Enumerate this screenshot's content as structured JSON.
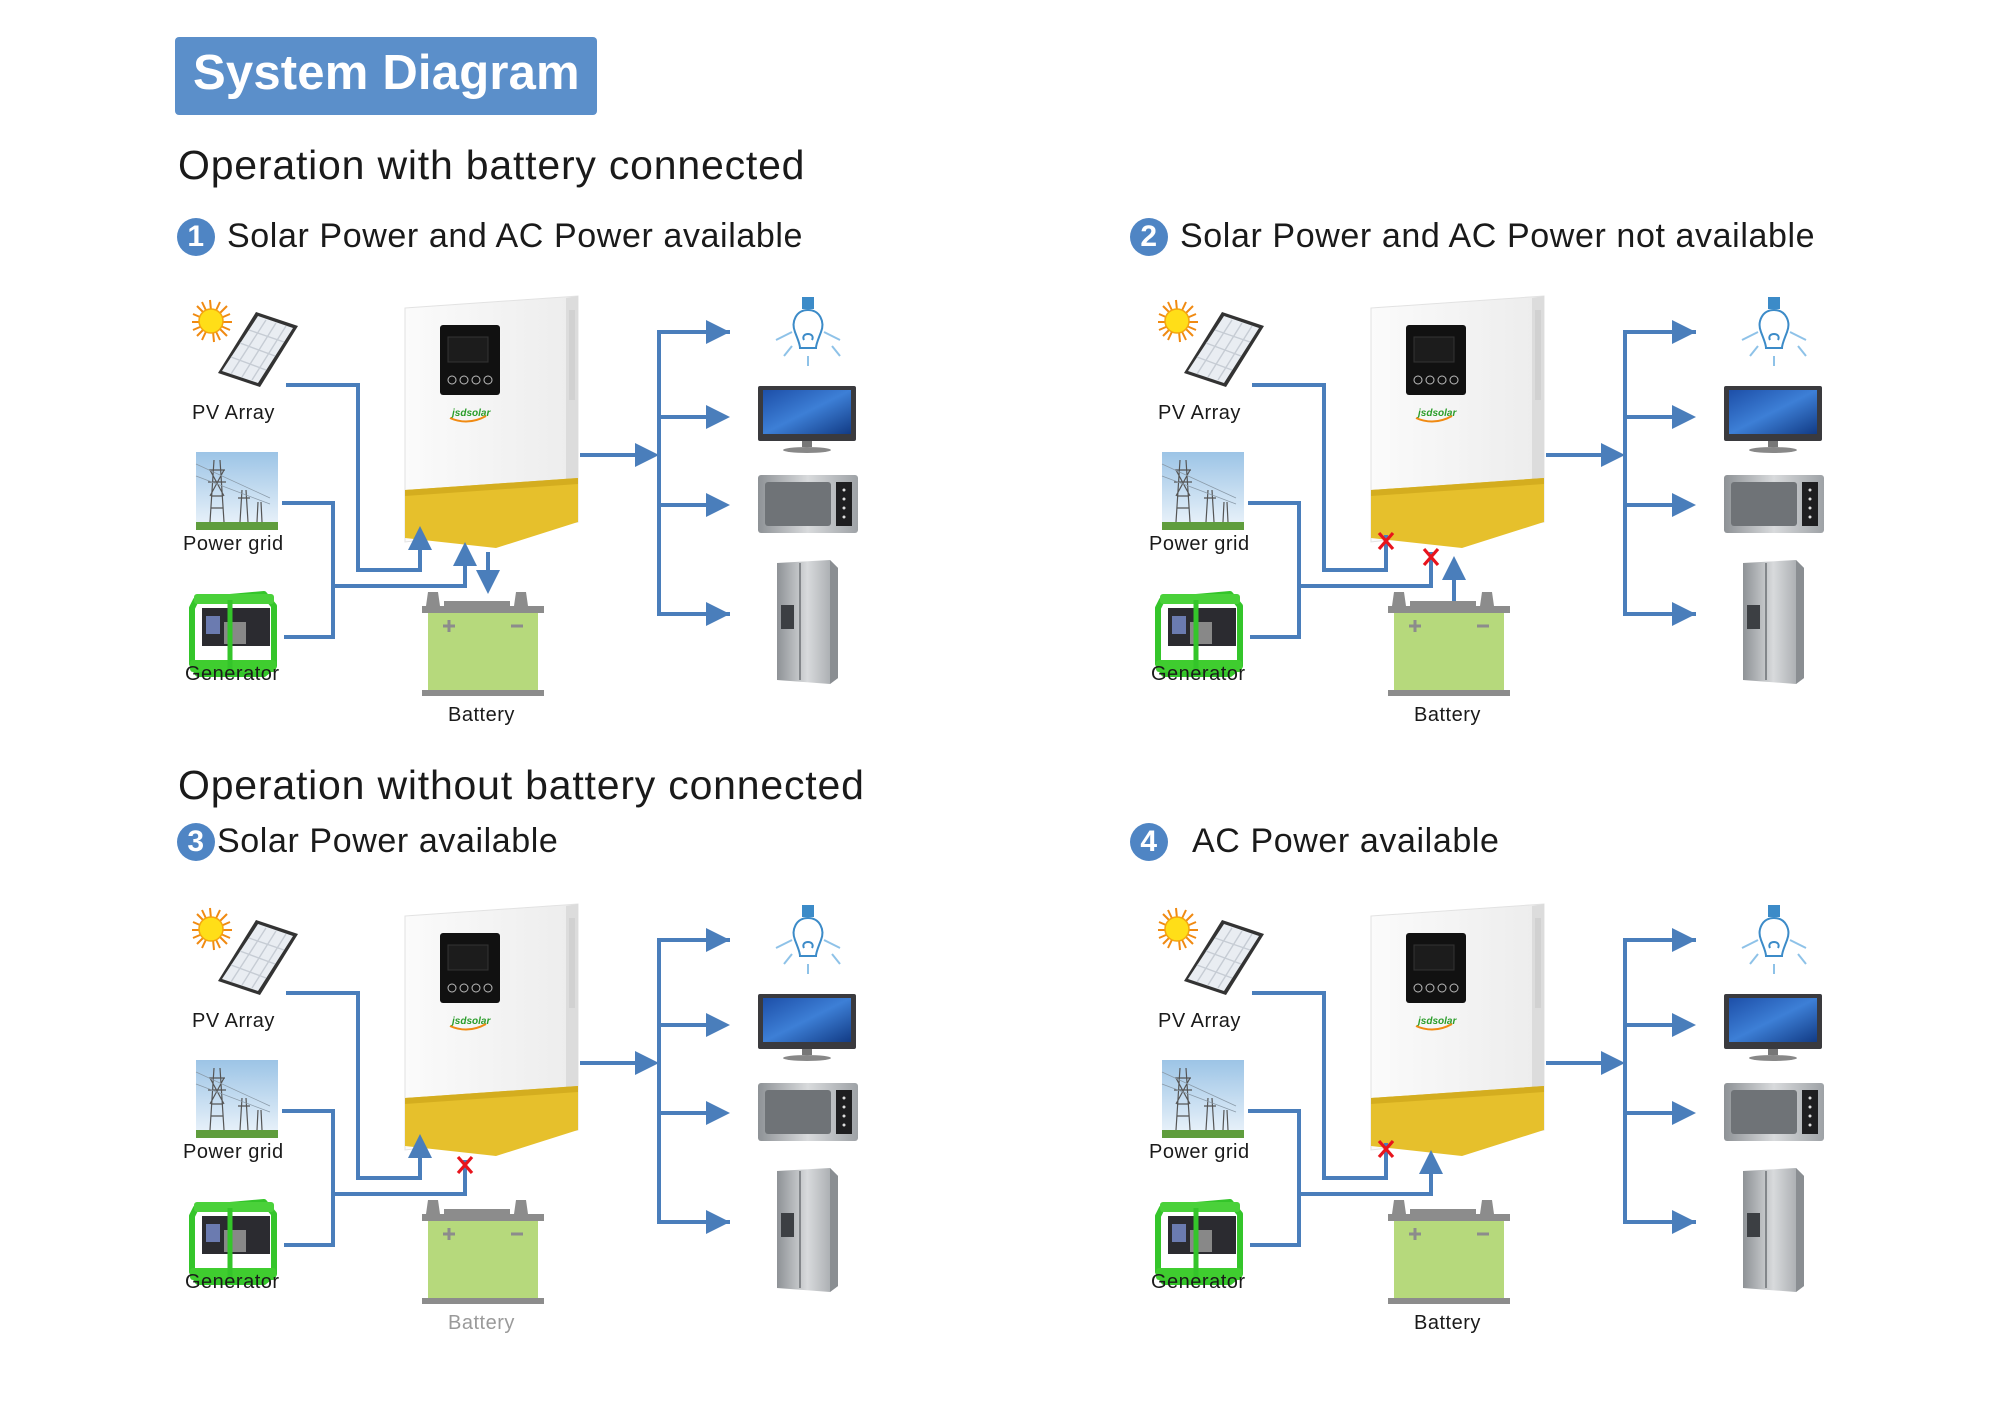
{
  "header": {
    "title": "System Diagram"
  },
  "sections": [
    {
      "title": "Operation with battery connected"
    },
    {
      "title": "Operation without  battery connected"
    }
  ],
  "colors": {
    "accent": "#5b8fca",
    "badge": "#4f85c4",
    "flow_line": "#4a7ebb",
    "blocked_mark": "#e8141c",
    "inverter_yellow": "#e6c02c",
    "battery_green": "#b6d97c",
    "battery_gray": "#8c8c8c"
  },
  "panels": [
    {
      "number": "1",
      "caption": "Solar Power and AC Power available",
      "pv_to_inverter": "flow",
      "ac_to_inverter": "flow",
      "battery_link": "charge",
      "battery_active": true,
      "labels": {
        "pv": "PV Array",
        "grid": "Power grid",
        "generator": "Generator",
        "battery": "Battery"
      },
      "loads": [
        "light-bulb",
        "tv",
        "microwave",
        "refrigerator"
      ],
      "brand": "jsdsolar"
    },
    {
      "number": "2",
      "caption": "Solar Power and AC Power not available",
      "pv_to_inverter": "blocked",
      "ac_to_inverter": "blocked",
      "battery_link": "discharge",
      "battery_active": true,
      "labels": {
        "pv": "PV Array",
        "grid": "Power grid",
        "generator": "Generator",
        "battery": "Battery"
      },
      "loads": [
        "light-bulb",
        "tv",
        "microwave",
        "refrigerator"
      ],
      "brand": "jsdsolar"
    },
    {
      "number": "3",
      "caption": "Solar Power available",
      "pv_to_inverter": "flow",
      "ac_to_inverter": "blocked",
      "battery_link": "none",
      "battery_active": false,
      "labels": {
        "pv": "PV Array",
        "grid": "Power grid",
        "generator": "Generator",
        "battery": "Battery"
      },
      "loads": [
        "light-bulb",
        "tv",
        "microwave",
        "refrigerator"
      ],
      "brand": "jsdsolar"
    },
    {
      "number": "4",
      "caption": "AC Power available",
      "pv_to_inverter": "blocked",
      "ac_to_inverter": "flow",
      "battery_link": "none",
      "battery_active": true,
      "labels": {
        "pv": "PV Array",
        "grid": "Power grid",
        "generator": "Generator",
        "battery": "Battery"
      },
      "loads": [
        "light-bulb",
        "tv",
        "microwave",
        "refrigerator"
      ],
      "brand": "jsdsolar"
    }
  ]
}
